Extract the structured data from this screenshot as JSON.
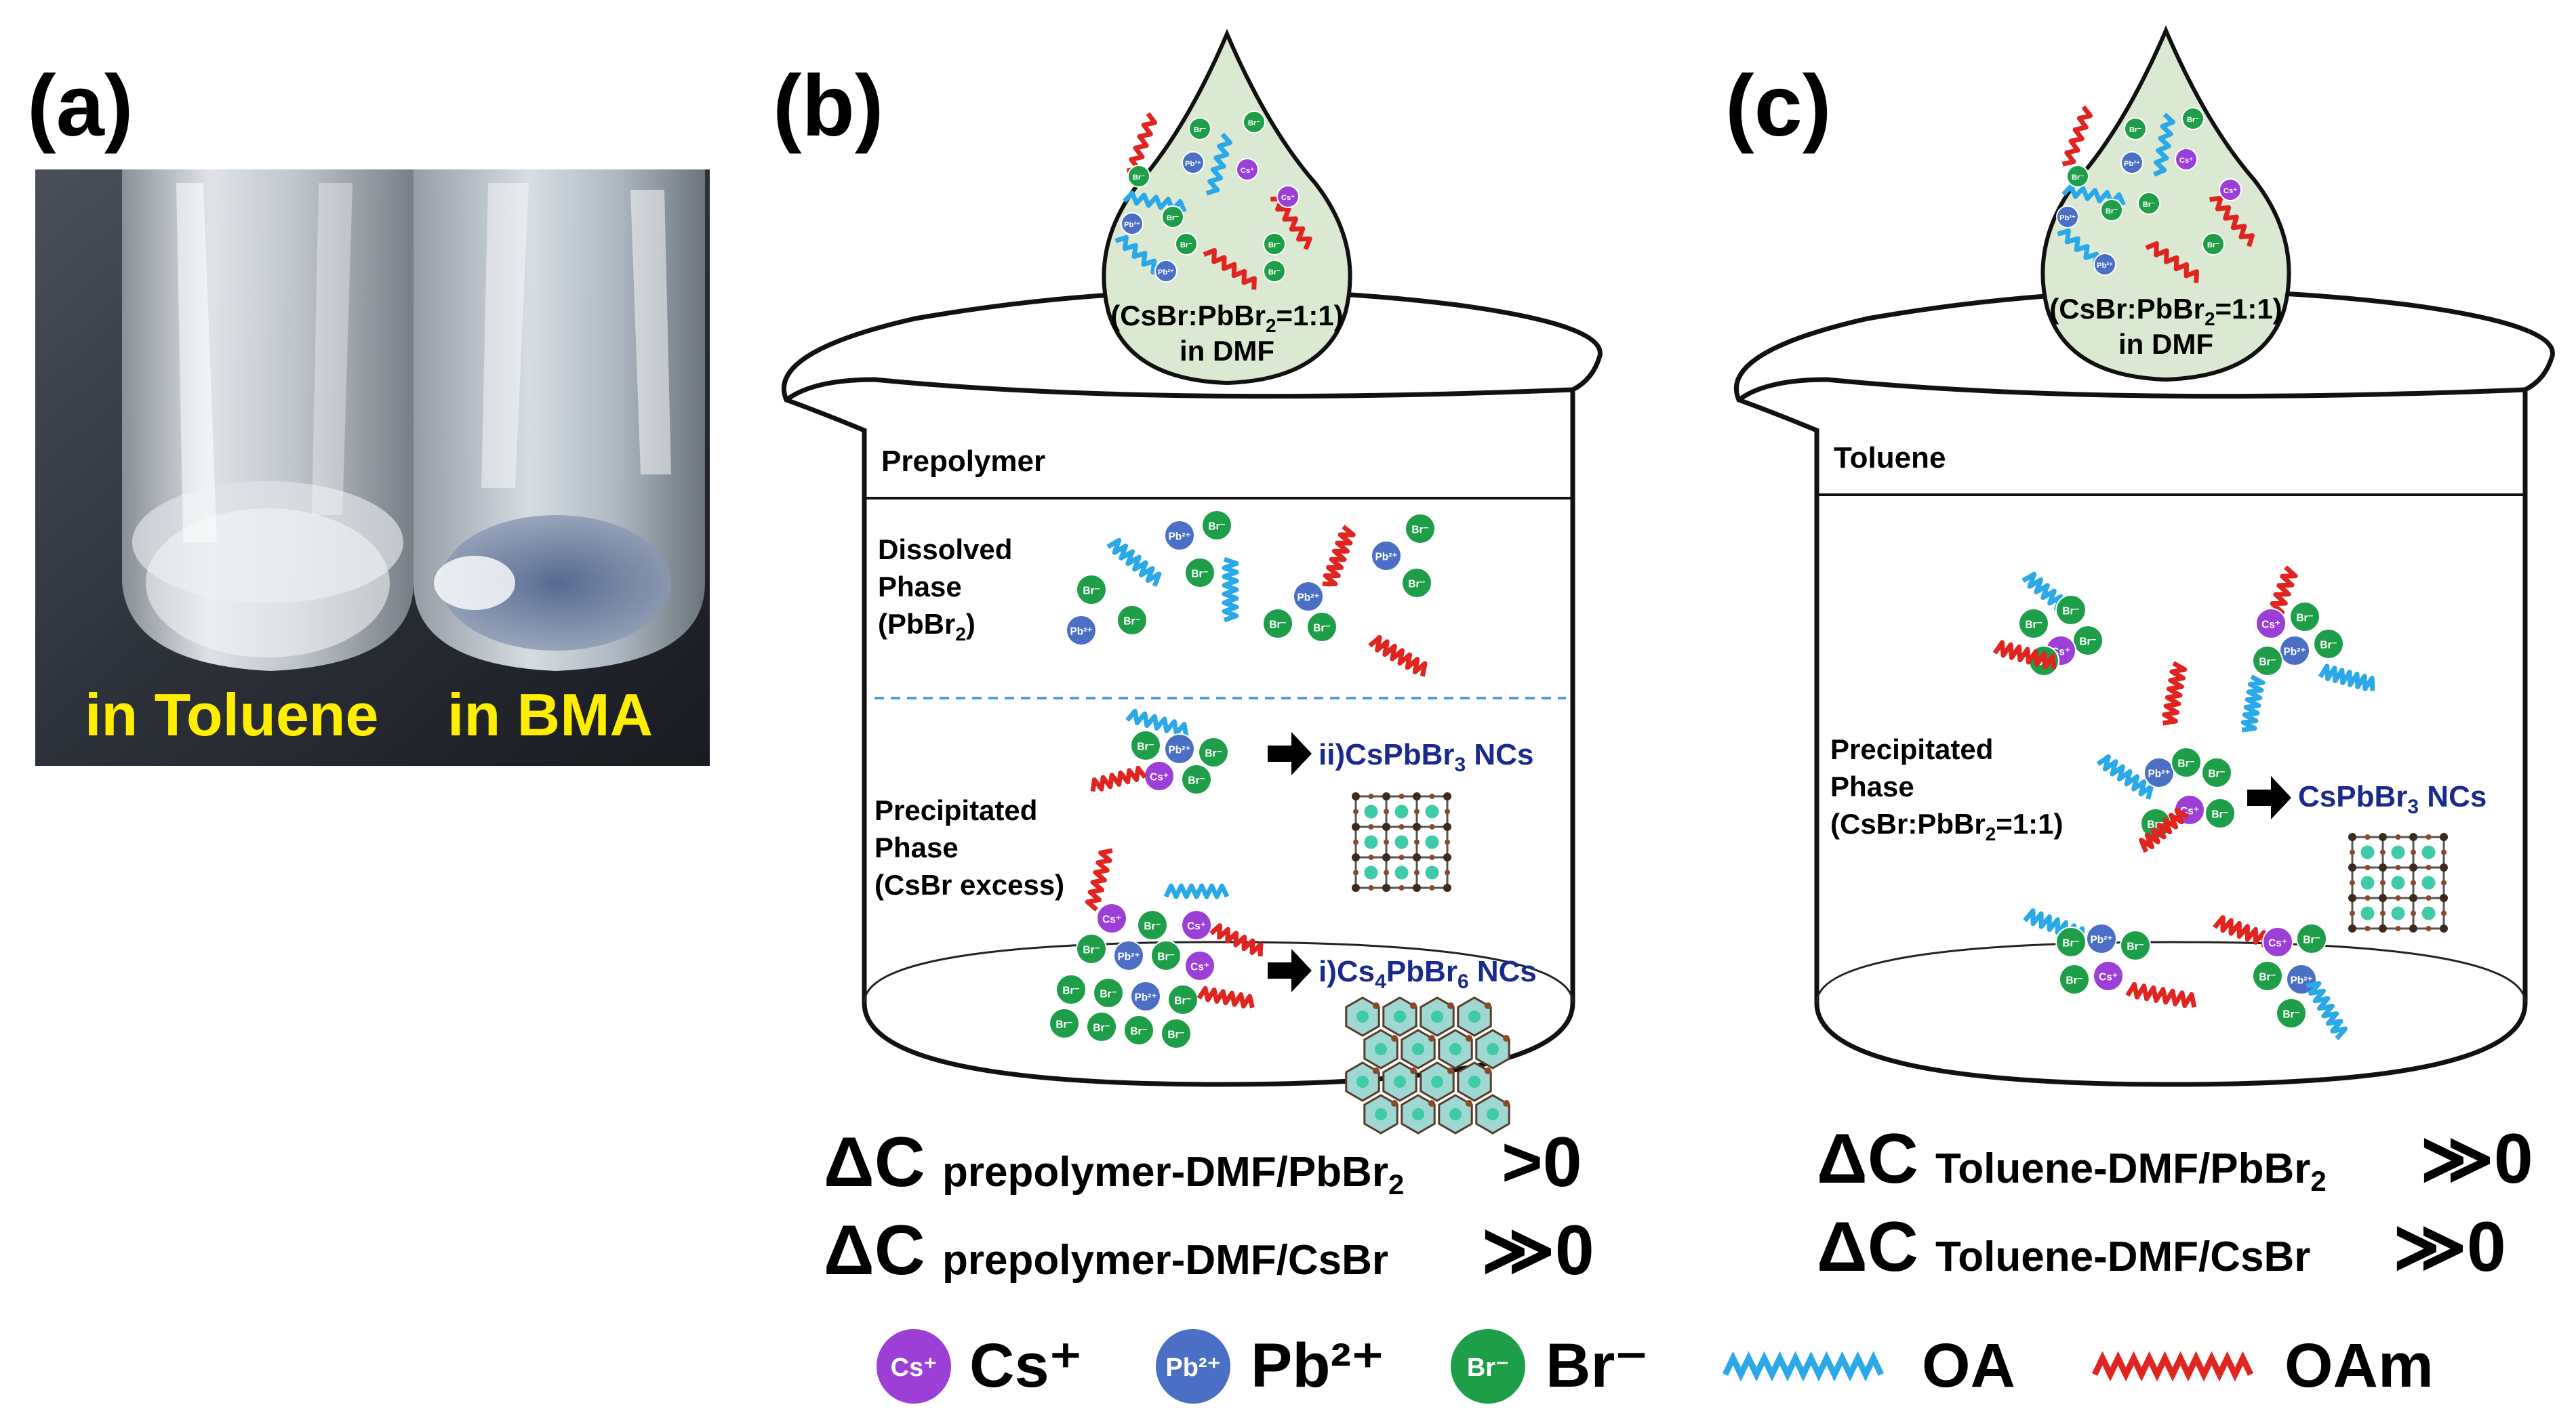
{
  "panel_a": {
    "label": "(a)",
    "photo_caption_left": "in Toluene",
    "photo_caption_right": "in BMA"
  },
  "panel_b": {
    "label": "(b)",
    "droplet_line1_pre": "(CsBr:PbBr",
    "droplet_sub": "2",
    "droplet_line1_post": "=1:1)",
    "droplet_line2": "in DMF",
    "solvent_label": "Prepolymer",
    "dissolved_1": "Dissolved",
    "dissolved_2": "Phase",
    "dissolved_3_pre": "(PbBr",
    "dissolved_3_sub": "2",
    "dissolved_3_post": ")",
    "precip_1": "Precipitated",
    "precip_2": "Phase",
    "precip_3": "(CsBr excess)",
    "product_ii_pre": "ii)CsPbBr",
    "product_ii_sub": "3",
    "product_ii_post": " NCs",
    "product_i_pre": "i)Cs",
    "product_i_sub1": "4",
    "product_i_mid": "PbBr",
    "product_i_sub2": "6",
    "product_i_post": " NCs",
    "eq1_delta": "ΔC",
    "eq1_sub_pre": "prepolymer-DMF/PbBr",
    "eq1_sub_sub": "2",
    "eq1_rel": ">0",
    "eq2_delta": "ΔC",
    "eq2_sub": "prepolymer-DMF/CsBr",
    "eq2_rel": "≫0"
  },
  "panel_c": {
    "label": "(c)",
    "droplet_line1_pre": "(CsBr:PbBr",
    "droplet_sub": "2",
    "droplet_line1_post": "=1:1)",
    "droplet_line2": "in DMF",
    "solvent_label": "Toluene",
    "precip_1": "Precipitated",
    "precip_2": "Phase",
    "precip_3_pre": "(CsBr:PbBr",
    "precip_3_sub": "2",
    "precip_3_post": "=1:1)",
    "product_pre": "CsPbBr",
    "product_sub": "3",
    "product_post": " NCs",
    "eq1_delta": "ΔC",
    "eq1_sub_pre": "Toluene-DMF/PbBr",
    "eq1_sub_sub": "2",
    "eq1_rel": "≫0",
    "eq2_delta": "ΔC",
    "eq2_sub": "Toluene-DMF/CsBr",
    "eq2_rel": "≫0"
  },
  "ion_labels": {
    "cs": "Cs⁺",
    "pb": "Pb²⁺",
    "br": "Br⁻"
  },
  "legend": {
    "cs_text": "Cs⁺",
    "pb_text": "Pb²⁺",
    "br_text": "Br⁻",
    "oa_text": "OA",
    "oam_text": "OAm"
  },
  "colors": {
    "cs": "#9b3fd6",
    "pb": "#4a6fc4",
    "br": "#1e9e48",
    "oa": "#2aa8e8",
    "oam": "#e0241f",
    "product_text": "#1a2a8c",
    "droplet_fill": "#dbe8d2",
    "photo_caption": "#ffee00"
  }
}
